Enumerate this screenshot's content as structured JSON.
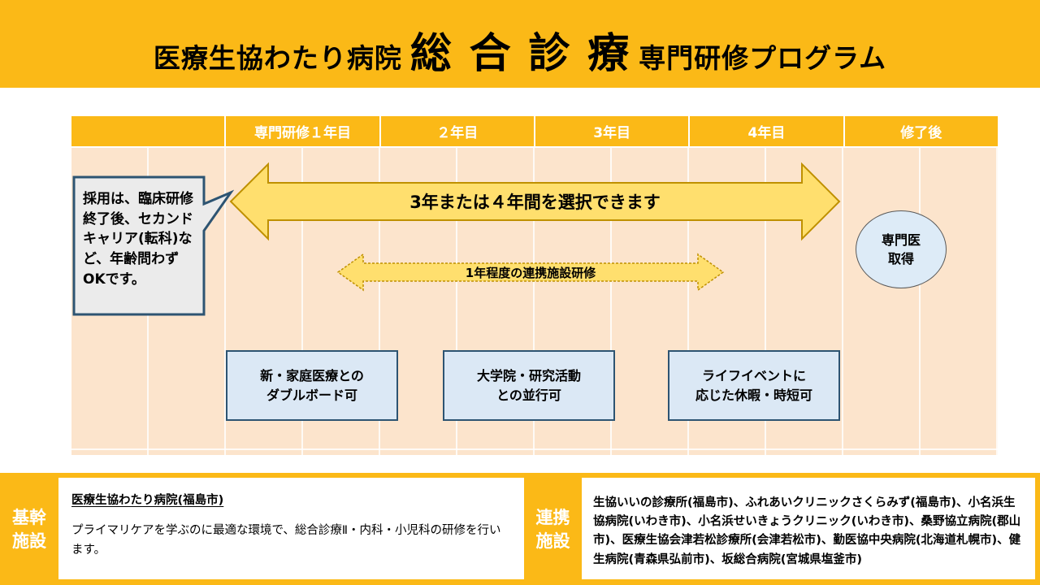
{
  "title": {
    "prefix": "医療生協わたり病院",
    "emphasis": "総 合 診 療",
    "suffix": "専門研修プログラム"
  },
  "timeline": {
    "columns": [
      "",
      "専門研修１年目",
      "２年目",
      "3年目",
      "4年目",
      "修了後"
    ],
    "main_arrow_label": "3年または４年間を選択できます",
    "dotted_arrow_label": "1年程度の連携施設研修",
    "callout_text": "採用は、臨床研修終了後、セカンドキャリア(転科)など、年齢問わずOKです。",
    "goal_ellipse": {
      "line1": "専門医",
      "line2": "取得"
    },
    "feature_boxes": [
      {
        "line1": "新・家庭医療との",
        "line2": "ダブルボード可"
      },
      {
        "line1": "大学院・研究活動",
        "line2": "との並行可"
      },
      {
        "line1": "ライフイベントに",
        "line2": "応じた休暇・時短可"
      }
    ]
  },
  "footer": {
    "base": {
      "label_line1": "基幹",
      "label_line2": "施設",
      "name": "医療生協わたり病院(福島市)",
      "description": "プライマリケアを学ぶのに最適な環境で、総合診療Ⅱ・内科・小児科の研修を行います。"
    },
    "partner": {
      "label_line1": "連携",
      "label_line2": "施設",
      "list": "生協いいの診療所(福島市)、ふれあいクリニックさくらみず(福島市)、小名浜生協病院(いわき市)、小名浜せいきょうクリニック(いわき市)、桑野協立病院(郡山市)、医療生協会津若松診療所(会津若松市)、勤医協中央病院(北海道札幌市)、健生病院(青森県弘前市)、坂総合病院(宮城県塩釜市)"
    }
  },
  "colors": {
    "banner_orange": "#FBB917",
    "body_peach": "#FCE4CC",
    "arrow_yellow": "#FFDF6E",
    "arrow_border": "#BF9000",
    "callout_fill": "#EBEBEB",
    "callout_border": "#2D5472",
    "feature_box_blue": "#DBE8F5",
    "ellipse_blue": "#DDEBF7"
  }
}
